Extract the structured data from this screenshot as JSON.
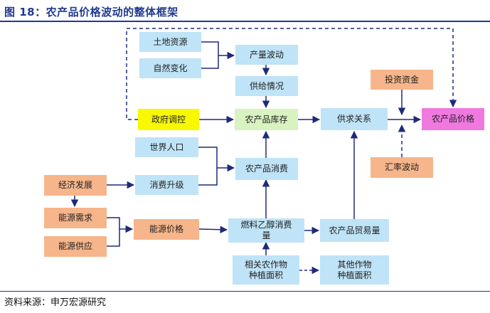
{
  "figure": {
    "title": "图 18：农产品价格波动的整体框架",
    "source": "资料来源：申万宏源研究"
  },
  "colors": {
    "title_blue": "#1f3a8f",
    "arrow": "#1f2a7a",
    "node_blue": "#bfe3f7",
    "node_orange": "#f6b58a",
    "node_yellow": "#f8f800",
    "node_green": "#d8f2c0",
    "node_pink": "#f079e0"
  },
  "nodes": {
    "land": "土地资源",
    "nature": "自然变化",
    "output": "产量波动",
    "supply": "供给情况",
    "gov": "政府调控",
    "inventory": "农产品库存",
    "supply_demand": "供求关系",
    "invest": "投资资金",
    "price": "农产品价格",
    "fx": "汇率波动",
    "population": "世界人口",
    "econ": "经济发展",
    "upgrade": "消费升级",
    "consumption": "农产品消费",
    "energy_demand": "能源需求",
    "energy_supply": "能源供应",
    "energy_price": "能源价格",
    "ethanol": "燃料乙醇消费量",
    "trade": "农产品贸易量",
    "related_crops": "相关农作物种植面积",
    "other_crops": "其他作物种植面积"
  }
}
